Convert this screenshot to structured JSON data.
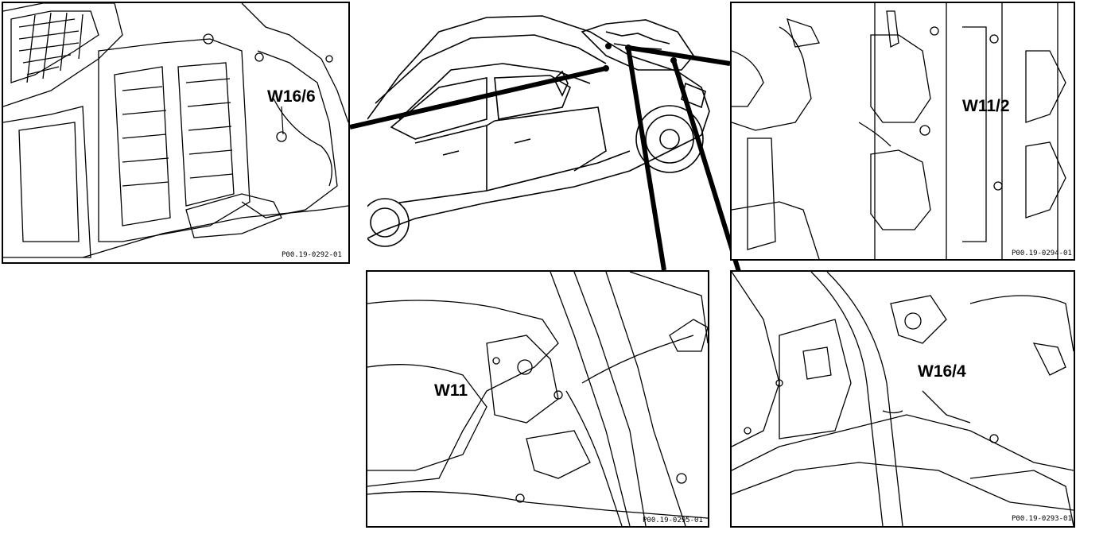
{
  "panels": {
    "top_left": {
      "callout": "W16/6",
      "ref": "P00.19-0292-01"
    },
    "top_right": {
      "callout": "W11/2",
      "ref": "P00.19-0294-01"
    },
    "bottom_center": {
      "callout": "W11",
      "ref": "P00.19-0295-01"
    },
    "bottom_right": {
      "callout": "W16/4",
      "ref": "P00.19-0293-01"
    }
  },
  "colors": {
    "ink": "#000000",
    "paper": "#ffffff"
  },
  "icons": {
    "car": "sedan-car-illustration",
    "ground_point": "ground-bolt-icon"
  }
}
